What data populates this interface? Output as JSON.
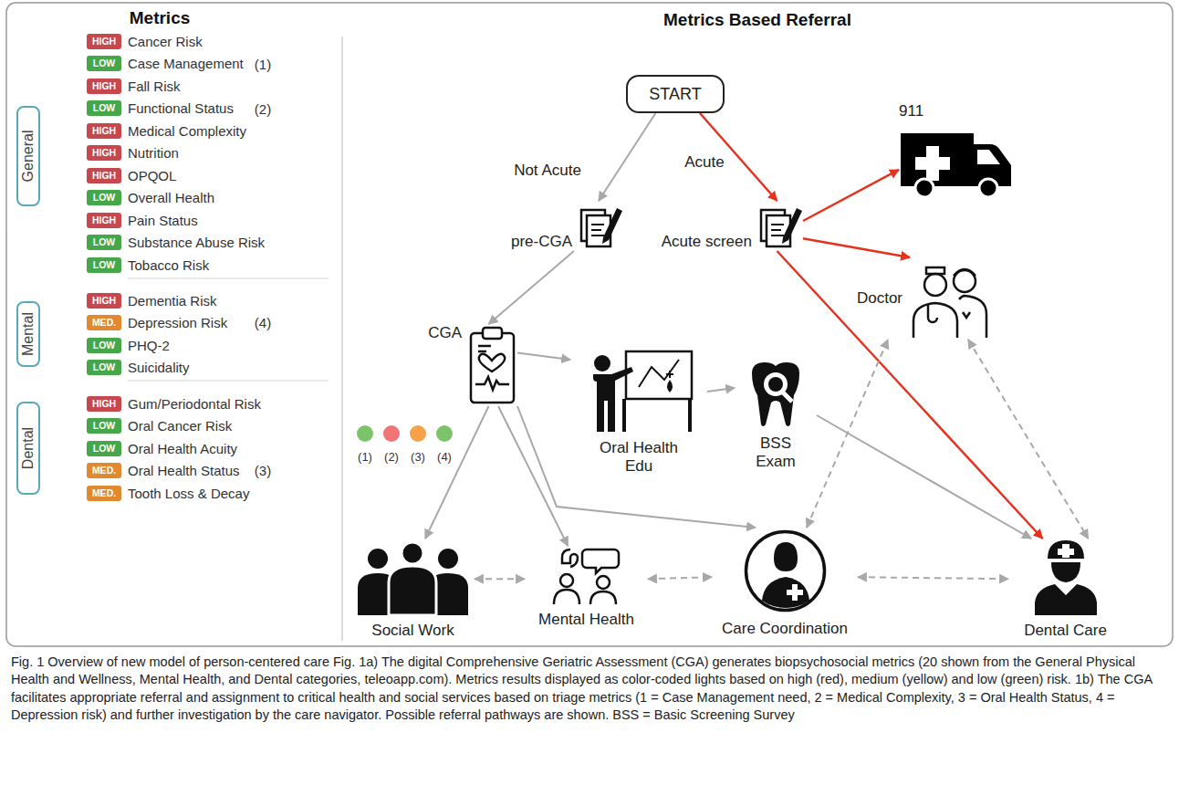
{
  "diagram": {
    "caption": "Fig. 1 Overview of new model of person-centered care Fig. 1a) The digital Comprehensive Geriatric Assessment (CGA) generates biopsychosocial metrics (20 shown from the General Physical Health and Wellness, Mental Health, and Dental categories, teleoapp.com). Metrics results displayed as color-coded lights based on high (red), medium (yellow) and low (green) risk. 1b) The CGA facilitates appropriate referral and assignment to critical health and social services based on triage metrics (1 = Case Management need, 2 = Medical Complexity, 3 = Oral Health Status, 4 = Depression risk) and further investigation by the care navigator. Possible referral pathways are shown. BSS = Basic Screening Survey",
    "nodes": [
      {
        "text": [
          "General"
        ]
      },
      {
        "text": [
          "HIGH",
          "Cancer Risk"
        ]
      },
      {
        "text": [
          "LOW",
          "Case Management"
        ]
      },
      {
        "text": [
          "HIGH",
          "Fall Risk"
        ]
      },
      {
        "text": [
          "LOW",
          "Functional Status"
        ]
      },
      {
        "text": [
          "HIGH",
          "Medical Complexity"
        ]
      },
      {
        "text": [
          "HIGH",
          "Nutrition"
        ]
      },
      {
        "text": [
          "HIGH",
          "OPQOL"
        ]
      },
      {
        "text": [
          "LOW",
          "Overall Health"
        ]
      },
      {
        "text": [
          "HIGH",
          "Pain Status"
        ]
      },
      {
        "text": [
          "LOW",
          "Substance Abuse Risk"
        ]
      },
      {
        "text": [
          "LOW",
          "Tobacco Risk"
        ]
      },
      {
        "text": [
          "Mental"
        ]
      },
      {
        "text": [
          "HIGH",
          "Dementia Risk"
        ]
      },
      {
        "text": [
          "MED.",
          "Depression Risk"
        ]
      },
      {
        "text": [
          "LOW",
          "PHQ-2"
        ]
      },
      {
        "text": [
          "LOW",
          "Suicidality"
        ]
      },
      {
        "text": [
          "Dental"
        ]
      },
      {
        "text": [
          "HIGH",
          "Gum/Periodontal Risk"
        ]
      },
      {
        "text": [
          "LOW",
          "Oral Cancer Risk"
        ]
      },
      {
        "text": [
          "LOW",
          "Oral Health Acuity"
        ]
      },
      {
        "text": [
          "MED.",
          "Oral Health Status"
        ]
      },
      {
        "text": [
          "MED.",
          "Tooth Loss & Decay"
        ]
      },
      {
        "text": [
          "START"
        ]
      },
      {
        "text": [
          "pre-CGA"
        ]
      },
      {
        "text": [
          "Acute screen"
        ]
      },
      {
        "text": [
          "911"
        ]
      },
      {
        "text": [
          "Doctor"
        ]
      },
      {
        "text": [
          "CGA"
        ]
      },
      {
        "text": [
          "Oral Health Edu"
        ]
      },
      {
        "text": [
          "BSS Exam"
        ]
      },
      {
        "text": [
          "Social Work"
        ]
      },
      {
        "text": [
          "Mental Health"
        ]
      },
      {
        "text": [
          "Care Coordination"
        ]
      },
      {
        "text": [
          "Dental Care"
        ]
      }
    ],
    "edges": [
      {
        "from": 23,
        "to": 24,
        "arrow": "to",
        "label": "Not Acute"
      },
      {
        "from": 23,
        "to": 25,
        "arrow": "to",
        "label": "Acute"
      },
      {
        "from": 24,
        "to": 28,
        "arrow": "to"
      },
      {
        "from": 25,
        "to": 26,
        "arrow": "to"
      },
      {
        "from": 25,
        "to": 27,
        "arrow": "to"
      },
      {
        "from": 25,
        "to": 34,
        "arrow": "to"
      },
      {
        "from": 28,
        "to": 29,
        "arrow": "to"
      },
      {
        "from": 29,
        "to": 30,
        "arrow": "to"
      },
      {
        "from": 30,
        "to": 34,
        "arrow": "to"
      },
      {
        "from": 28,
        "to": 31,
        "arrow": "to"
      },
      {
        "from": 28,
        "to": 32,
        "arrow": "to"
      },
      {
        "from": 28,
        "to": 33,
        "arrow": "to"
      },
      {
        "from": 31,
        "to": 32,
        "arrow": "both"
      },
      {
        "from": 32,
        "to": 33,
        "arrow": "both"
      },
      {
        "from": 33,
        "to": 34,
        "arrow": "both"
      },
      {
        "from": 33,
        "to": 27,
        "arrow": "both"
      },
      {
        "from": 27,
        "to": 34,
        "arrow": "both"
      }
    ],
    "labels": [
      "Metrics",
      "(1)",
      "(2)",
      "(4)",
      "(3)",
      "Metrics Based Referral",
      "(1)",
      "(2)",
      "(3)",
      "(4)"
    ]
  }
}
